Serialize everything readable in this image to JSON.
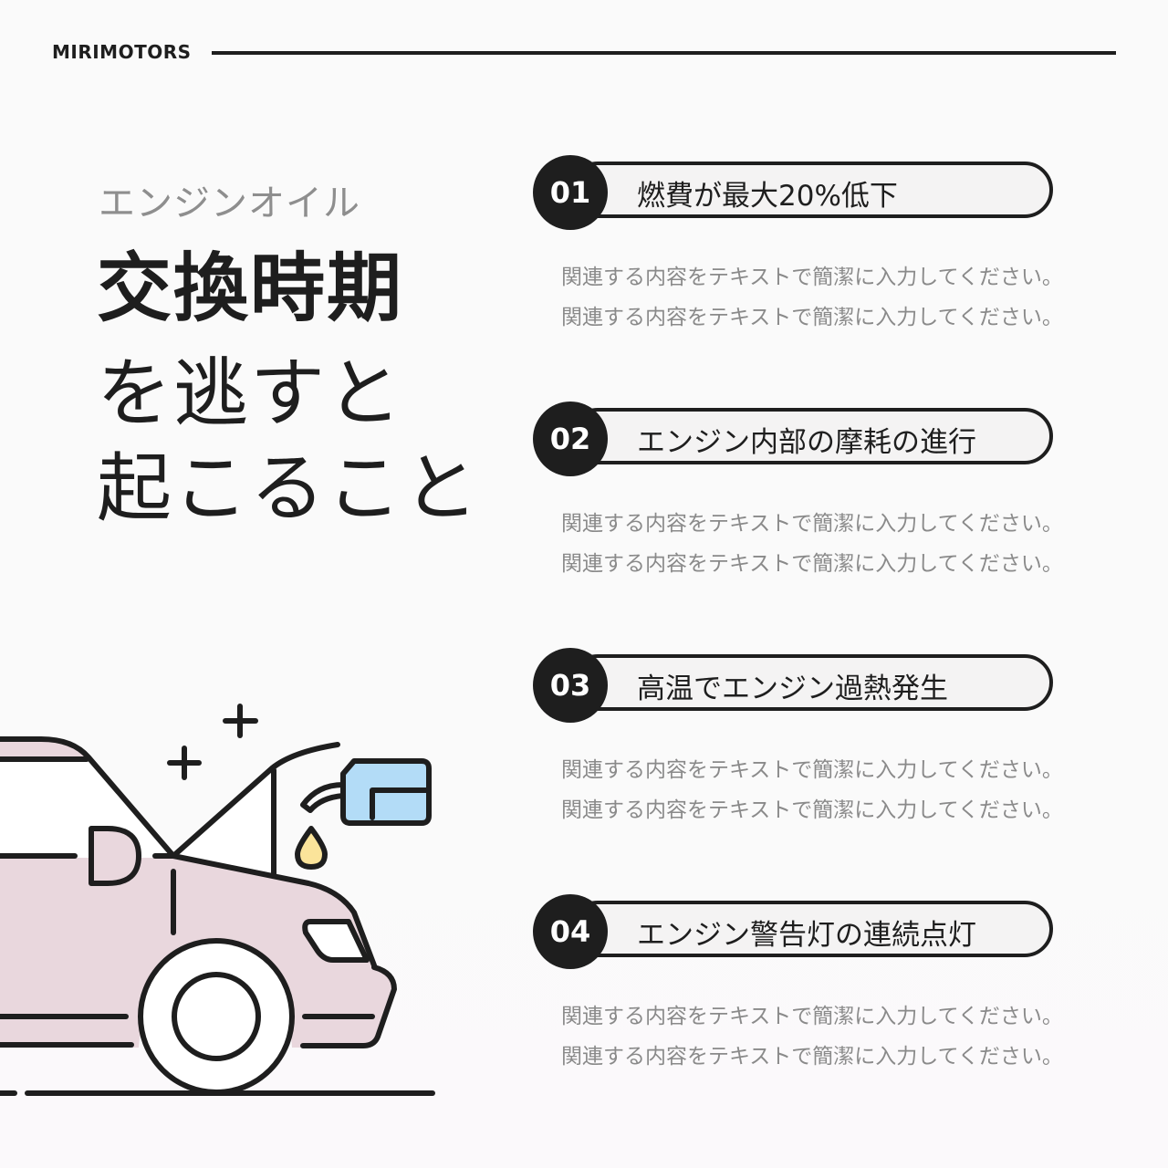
{
  "header": {
    "brand": "MIRIMOTORS"
  },
  "hero": {
    "eyebrow": "エンジンオイル",
    "headline_bold": "交換時期",
    "headline_line2": "を逃すと",
    "headline_line3": "起こること"
  },
  "items": [
    {
      "number": "01",
      "title": "燃費が最大20%低下",
      "description": [
        "関連する内容をテキストで簡潔に入力してください。",
        "関連する内容をテキストで簡潔に入力してください。"
      ]
    },
    {
      "number": "02",
      "title": "エンジン内部の摩耗の進行",
      "description": [
        "関連する内容をテキストで簡潔に入力してください。",
        "関連する内容をテキストで簡潔に入力してください。"
      ]
    },
    {
      "number": "03",
      "title": "高温でエンジン過熱発生",
      "description": [
        "関連する内容をテキストで簡潔に入力してください。",
        "関連する内容をテキストで簡潔に入力してください。"
      ]
    },
    {
      "number": "04",
      "title": "エンジン警告灯の連続点灯",
      "description": [
        "関連する内容をテキストで簡潔に入力してください。",
        "関連する内容をテキストで簡潔に入力してください。"
      ]
    }
  ],
  "illustration": {
    "subject": "car-with-open-hood-oil-can",
    "colors": {
      "outline": "#1e1e1e",
      "car_body": "#e9d7dd",
      "oil_can": "#b3dcf7",
      "oil_drop": "#fbe49a",
      "white": "#ffffff"
    }
  },
  "colors": {
    "background": "#fafafa",
    "text_primary": "#1e1e1e",
    "text_muted": "#8a8a8a",
    "pill_fill": "#f4f3f3",
    "badge_fill": "#1e1e1e"
  }
}
